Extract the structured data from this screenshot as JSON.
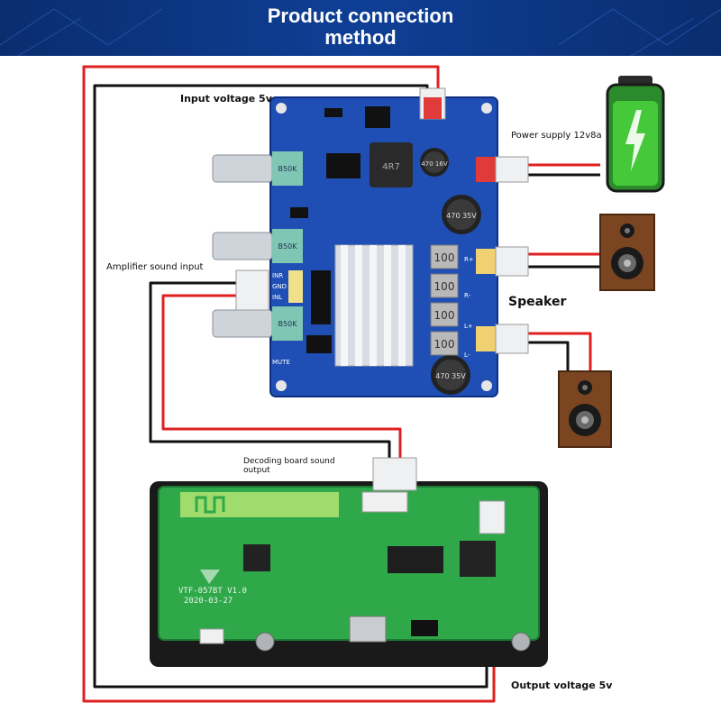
{
  "header": {
    "title_line1": "Product connection",
    "title_line2": "method"
  },
  "labels": {
    "input_voltage": "Input voltage 5v",
    "power_supply": "Power supply 12v8a",
    "amplifier_input": "Amplifier sound input",
    "speaker": "Speaker",
    "decoding_output_line1": "Decoding board sound",
    "decoding_output_line2": "output",
    "output_voltage": "Output voltage 5v"
  },
  "amp_board": {
    "pot_labels": [
      "B50K",
      "B50K",
      "B50K"
    ],
    "input_pins": [
      "INR",
      "GND",
      "INL"
    ],
    "inductor_marks": [
      "100",
      "100",
      "100",
      "100"
    ],
    "capacitor_marks": [
      "470 16V",
      "470 35V",
      "470 35V"
    ],
    "chip_mark": "4R7",
    "mute_label": "MUTE",
    "output_pins": [
      "R+",
      "R-",
      "L+",
      "L-"
    ]
  },
  "decoder_board": {
    "model": "VTF-057BT V1.0",
    "date": "2020-03-27"
  },
  "colors": {
    "wire_red": "#e02020",
    "wire_black": "#111111",
    "amp_board": "#1f4fb5",
    "decoder_board": "#2fa84a",
    "battery": "#45c93a",
    "speaker_wood": "#7a4520",
    "banner": "#0c3585"
  },
  "icons": [
    "battery-icon",
    "speaker-icon",
    "potentiometer-icon",
    "heatsink-icon",
    "connector-icon"
  ]
}
